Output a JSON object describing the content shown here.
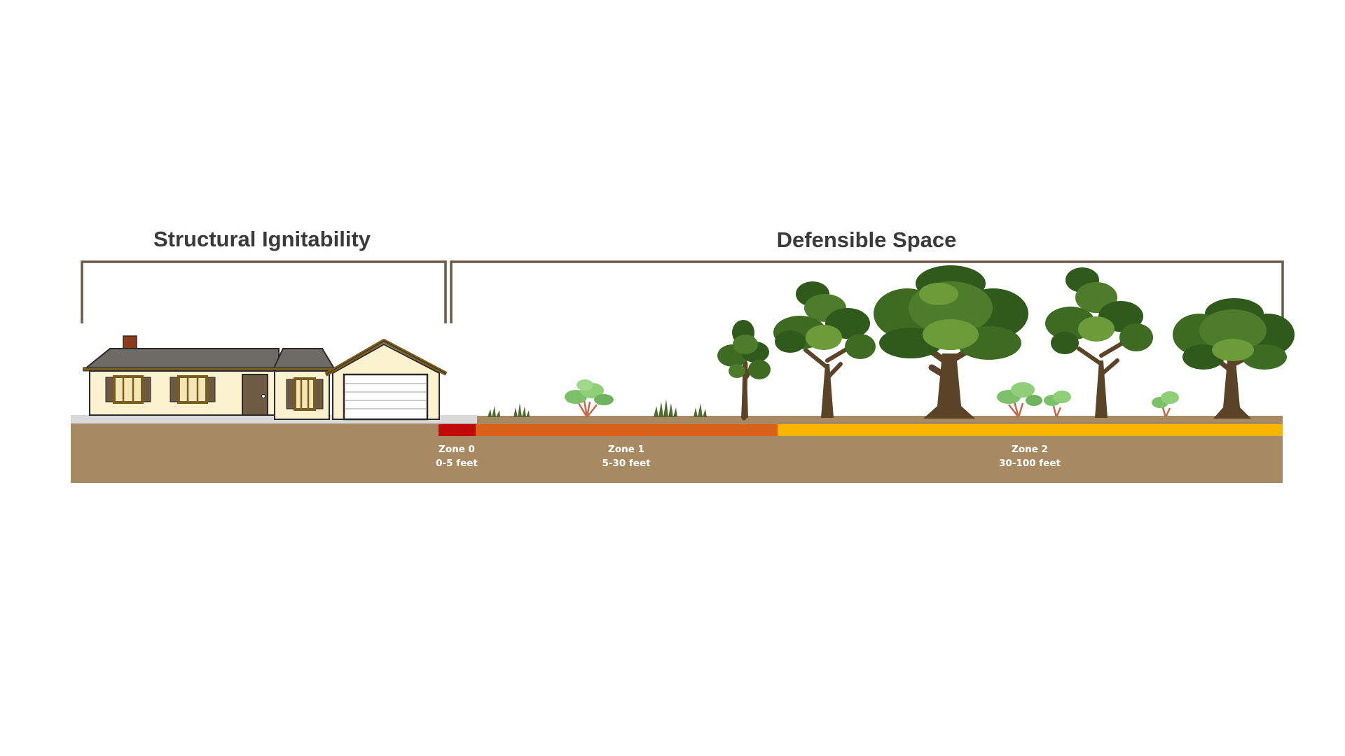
{
  "sections": {
    "structural": {
      "title": "Structural Ignitability"
    },
    "defensible": {
      "title": "Defensible Space"
    }
  },
  "zones": [
    {
      "name": "Zone 0",
      "range": "0-5 feet",
      "color": "#c00a0a"
    },
    {
      "name": "Zone 1",
      "range": "5-30 feet",
      "color": "#d9621a"
    },
    {
      "name": "Zone 2",
      "range": "30-100 feet",
      "color": "#f7b500"
    }
  ],
  "colors": {
    "ground": "#a88a62",
    "bracket": "#6b5848",
    "driveway": "#d9d9d9",
    "house_wall": "#fdf2cf",
    "roof": "#6e6a66",
    "trim": "#7a5c1e",
    "foliage_dark": "#2f5a1c",
    "foliage_mid": "#4d7c2a",
    "foliage_light": "#6d9b3a",
    "trunk": "#5a4326",
    "shrub": "#7cc06a",
    "shrub_branch": "#c46a4a",
    "grass": "#4e6b2e"
  },
  "icons": {
    "house": "house-icon",
    "tree": "tree-icon",
    "shrub": "shrub-icon",
    "grass": "grass-tuft-icon"
  }
}
